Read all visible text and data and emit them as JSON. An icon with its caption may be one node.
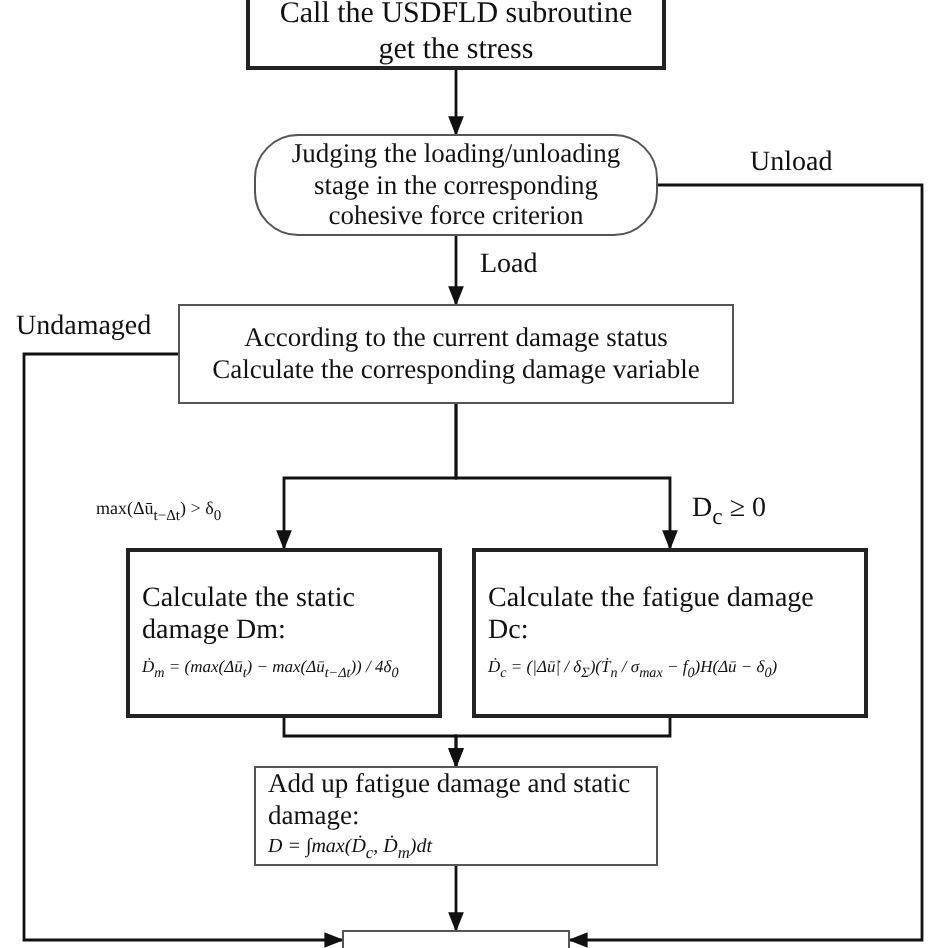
{
  "diagram": {
    "nodes": [
      {
        "text": [
          "Call the USDFLD subroutine get the stress"
        ]
      },
      {
        "text": [
          "Judging the loading/unloading stage in the corresponding cohesive force criterion"
        ]
      },
      {
        "text": [
          "According to the current damage status Calculate the corresponding damage variable"
        ]
      },
      {
        "text": [
          "Calculate the static damage Dm:",
          "Ḋ$_{m}$ = (max(Δū$_{t}$) − max(Δū$_{t−Δt}$)) / 4δ$_{0}$"
        ]
      },
      {
        "text": [
          "Calculate the fatigue damage Dc:",
          "Ḋ$_{c}$ = (|Δū̇| / δ$_{Σ}$)(Ṫ$_{n}$ / σ$_{max}$ − f$_{0}$)H(Δū − δ$_{0}$)"
        ]
      },
      {
        "text": [
          "Add up fatigue damage and static damage:",
          "D = ∫max(Ḋ$_{c}$, Ḋ$_{m}$)dt"
        ]
      },
      {
        "text": [],
        "shape": "box"
      }
    ],
    "edges": [
      {
        "from": 0,
        "to": 1,
        "arrow": "to"
      },
      {
        "from": 1,
        "to": 2,
        "arrow": "to",
        "label": "Load"
      },
      {
        "from": 1,
        "to": 6,
        "arrow": "to",
        "label": "Unload"
      },
      {
        "from": 2,
        "to": 6,
        "arrow": "to",
        "label": "Undamaged"
      },
      {
        "from": 2,
        "to": 3,
        "arrow": "to",
        "label": "max(Δū$_{t−Δt}$) > δ$_{0}$"
      },
      {
        "from": 2,
        "to": 4,
        "arrow": "to",
        "label": "D$_{c}$ ≥ 0"
      },
      {
        "from": 3,
        "to": 5,
        "arrow": "to"
      },
      {
        "from": 4,
        "to": 5,
        "arrow": "to"
      },
      {
        "from": 5,
        "to": 6,
        "arrow": "to"
      }
    ]
  }
}
